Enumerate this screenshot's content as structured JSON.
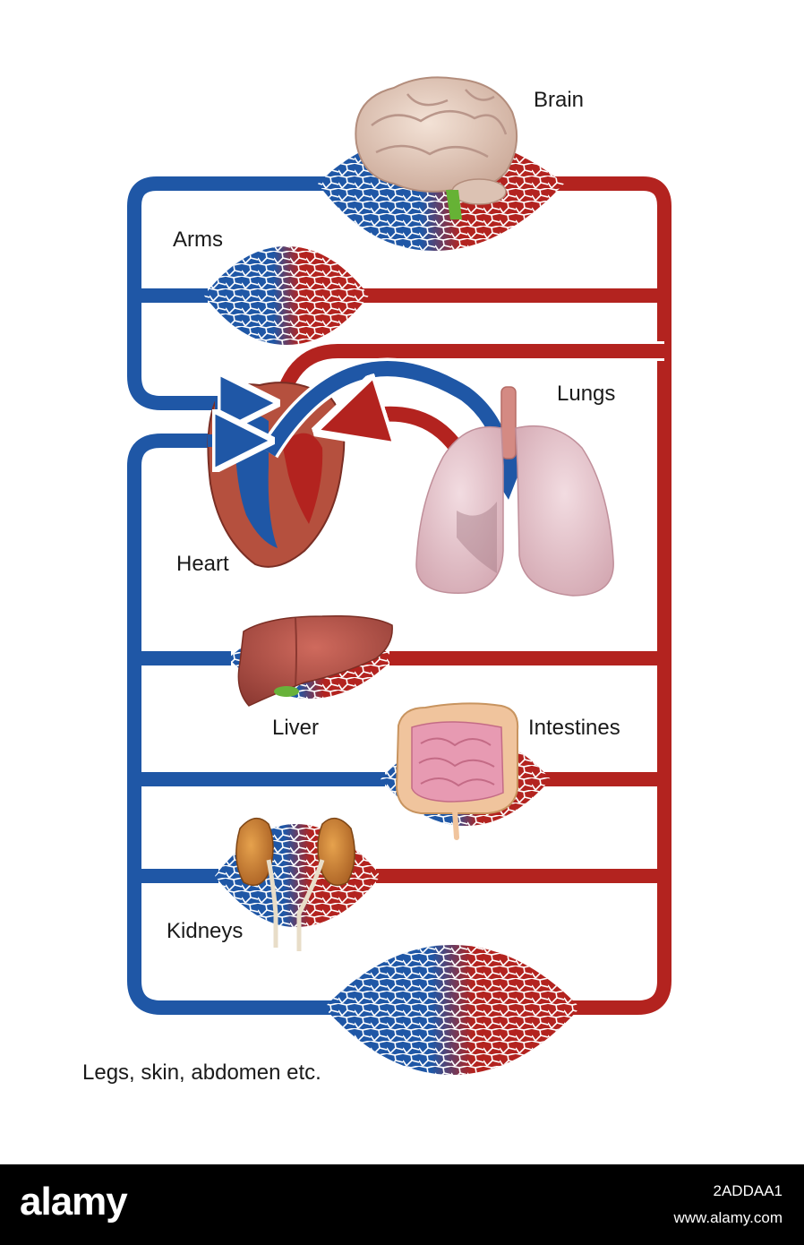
{
  "diagram": {
    "labels": {
      "brain": "Brain",
      "arms": "Arms",
      "lungs": "Lungs",
      "heart": "Heart",
      "liver": "Liver",
      "intestines": "Intestines",
      "kidneys": "Kidneys",
      "lower_body": "Legs, skin, abdomen etc."
    },
    "colors": {
      "deoxygenated_vessel": "#1f57a6",
      "oxygenated_vessel": "#b3231f",
      "vessel_outline": "#ffffff",
      "heart_muscle": "#b5503e",
      "lung_tissue": "#e9c8cf",
      "brain_tissue": "#e8cfc0",
      "liver_tissue": "#b9544a",
      "intestine_tissue": "#e79ab2",
      "kidney_tissue": "#d08a3a"
    },
    "icons": {
      "brain": "brain-icon",
      "heart": "heart-icon",
      "lungs": "lungs-icon",
      "liver": "liver-icon",
      "intestines": "intestines-icon",
      "kidneys": "kidneys-icon"
    }
  },
  "footer": {
    "logo": "alamy",
    "image_id": "2ADDAA1",
    "url": "www.alamy.com"
  }
}
